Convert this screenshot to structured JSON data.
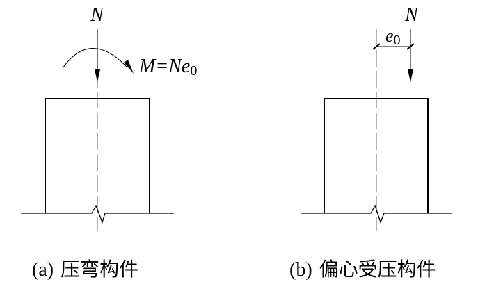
{
  "panels": [
    {
      "id": "a",
      "force_label": "N",
      "moment_label": "M=Ne",
      "moment_subscript": "0",
      "caption_tag": "(a)",
      "caption_text": "压弯构件"
    },
    {
      "id": "b",
      "force_label": "N",
      "eccentricity_label": "e",
      "eccentricity_subscript": "0",
      "caption_tag": "(b)",
      "caption_text": "偏心受压构件"
    }
  ],
  "colors": {
    "stroke": "#000000",
    "centerline": "#808080"
  }
}
